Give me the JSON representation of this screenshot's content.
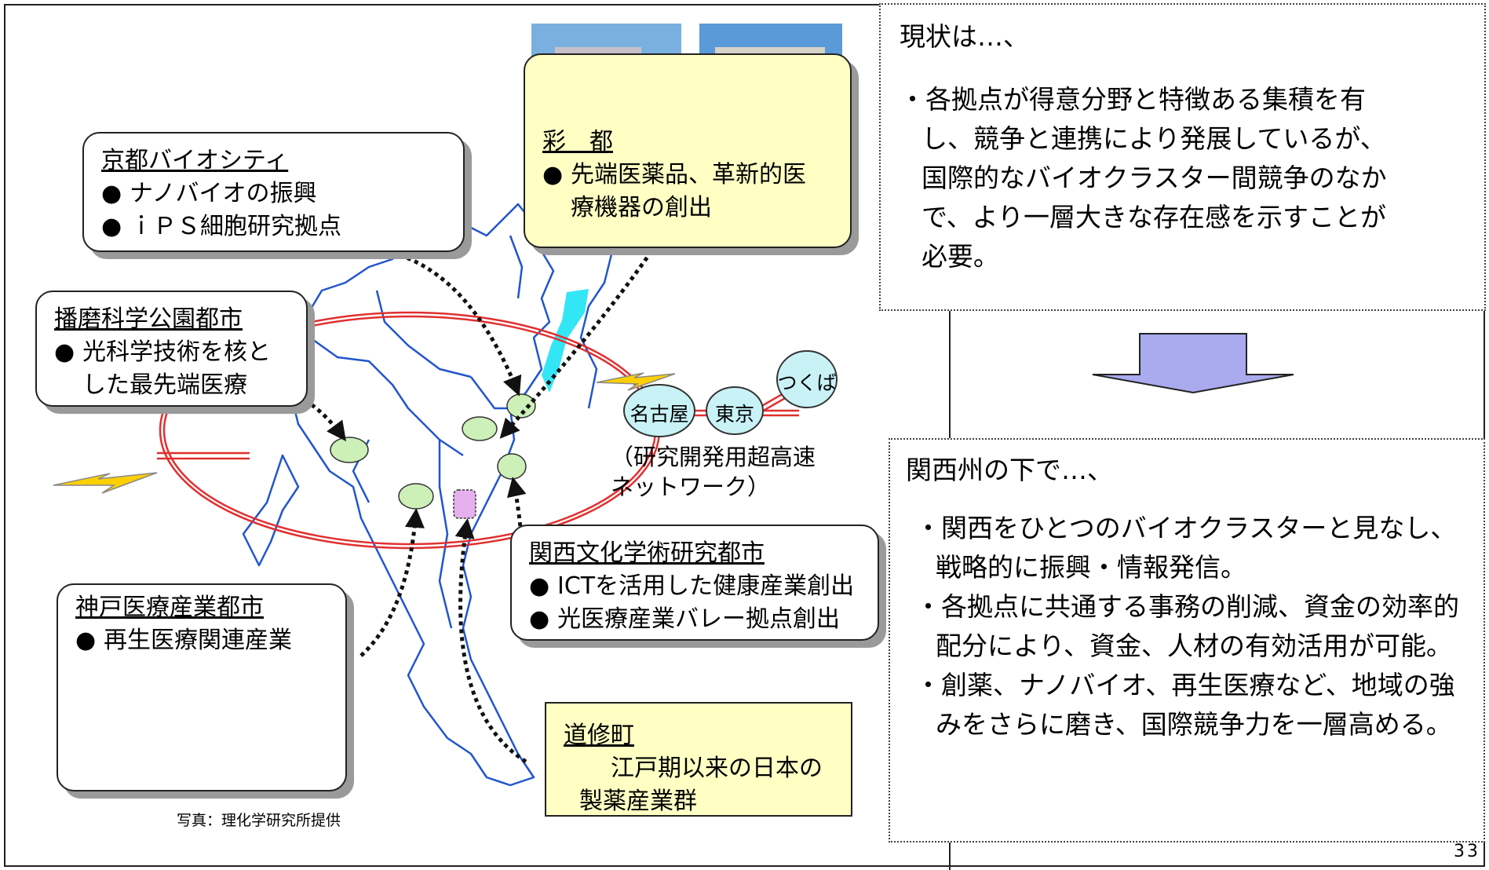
{
  "callouts": {
    "kyoto": {
      "title": "京都バイオシティ",
      "items": [
        "ナノバイオの振興",
        "ｉＰＳ細胞研究拠点"
      ]
    },
    "saito": {
      "title": "彩　都",
      "item_line1": "先端医薬品、革新的医",
      "item_line2": "療機器の創出"
    },
    "harima": {
      "title": "播磨科学公園都市",
      "item_line1": "光科学技術を核と",
      "item_line2": "した最先端医療"
    },
    "kansai_science": {
      "title": "関西文化学術研究都市",
      "items": [
        "ICTを活用した健康産業創出",
        "光医療産業バレー拠点創出"
      ]
    },
    "kobe": {
      "title": "神戸医療産業都市",
      "items": [
        "再生医療関連産業"
      ]
    },
    "doshomachi": {
      "title": "道修町",
      "line1": "江戸期以来の日本の",
      "line2": "製薬産業群"
    }
  },
  "network": {
    "cities": [
      "名古屋",
      "東京",
      "つくば"
    ],
    "label_line1": "（研究開発用超高速",
    "label_line2": "ネットワーク）"
  },
  "photo_credit": "写真：理化学研究所提供",
  "current_box": {
    "heading": "現状は…、",
    "lines": [
      "・各拠点が得意分野と特徴ある集積を有",
      "し、競争と連携により発展しているが、",
      "国際的なバイオクラスター間競争のなか",
      "で、より一層大きな存在感を示すことが",
      "必要。"
    ]
  },
  "future_box": {
    "heading": "関西州の下で…、",
    "points": [
      "・関西をひとつのバイオクラスターと見なし、戦略的に振興・情報発信。",
      "・各拠点に共通する事務の削減、資金の効率的配分により、資金、人材の有効活用が可能。",
      "・創薬、ナノバイオ、再生医療など、地域の強みをさらに磨き、国際競争力を一層高める。"
    ]
  },
  "page_number": "33",
  "colors": {
    "region_border": "#2255cc",
    "ring": "#e03030",
    "hub_fill": "#ccf0b8",
    "city_fill": "#c8f2f6",
    "lake": "#33e6f6",
    "arrow_fill": "#aaaaee",
    "callout_yellow": "#ffffc4"
  }
}
